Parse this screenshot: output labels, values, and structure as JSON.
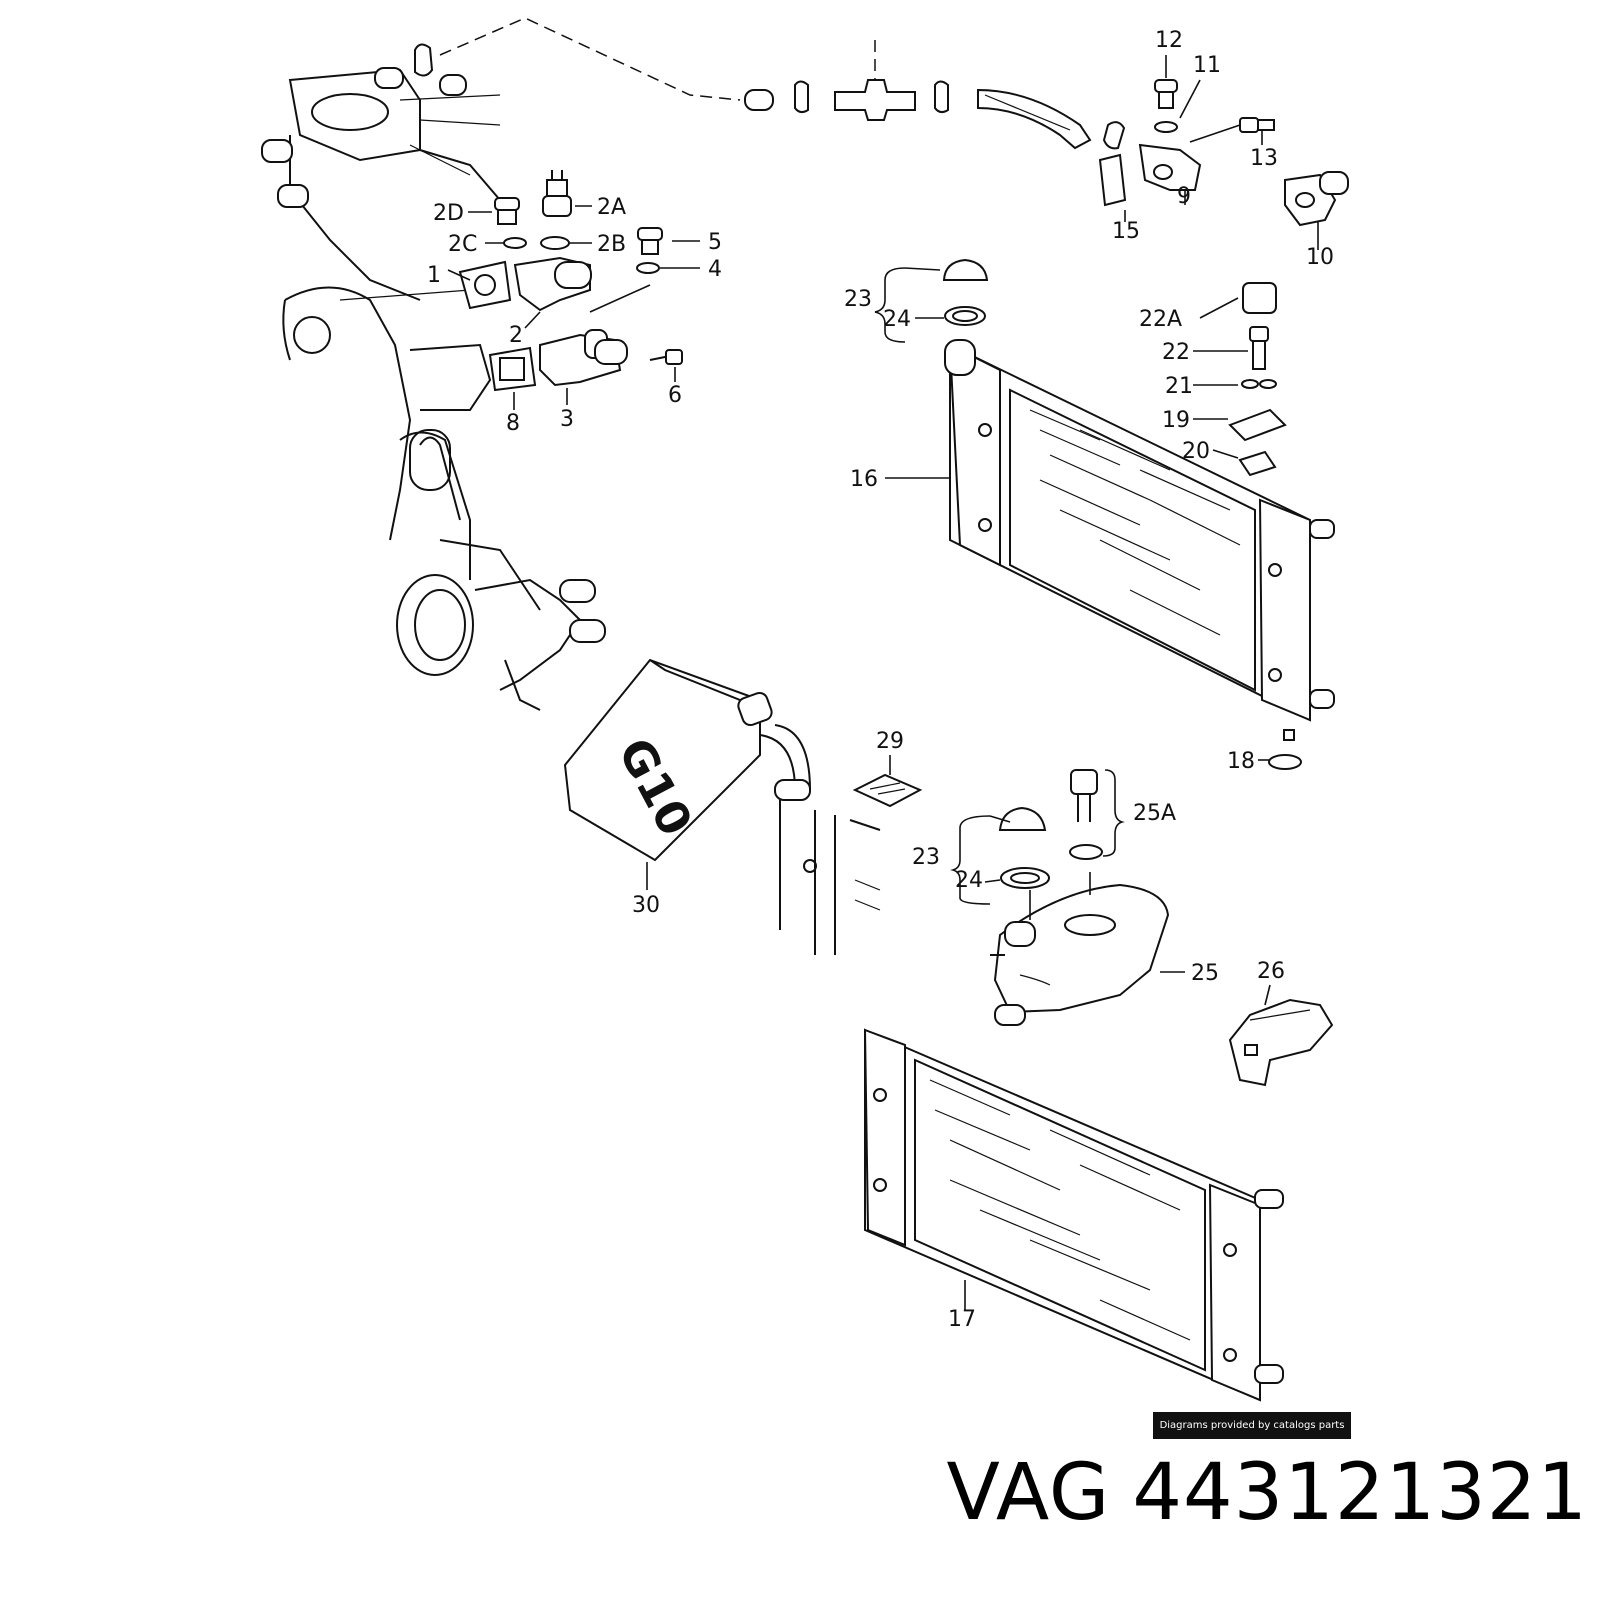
{
  "callouts": [
    "1",
    "2",
    "2A",
    "2B",
    "2C",
    "2D",
    "3",
    "4",
    "5",
    "6",
    "8",
    "9",
    "10",
    "11",
    "12",
    "13",
    "15",
    "16",
    "17",
    "18",
    "19",
    "20",
    "21",
    "22",
    "22A",
    "23",
    "24",
    "25",
    "25A",
    "26",
    "29",
    "30",
    "23",
    "24"
  ],
  "container_label": "G10",
  "credit": "Diagrams provided by catalogs parts",
  "brand": "VAG",
  "part_number": "443121321"
}
